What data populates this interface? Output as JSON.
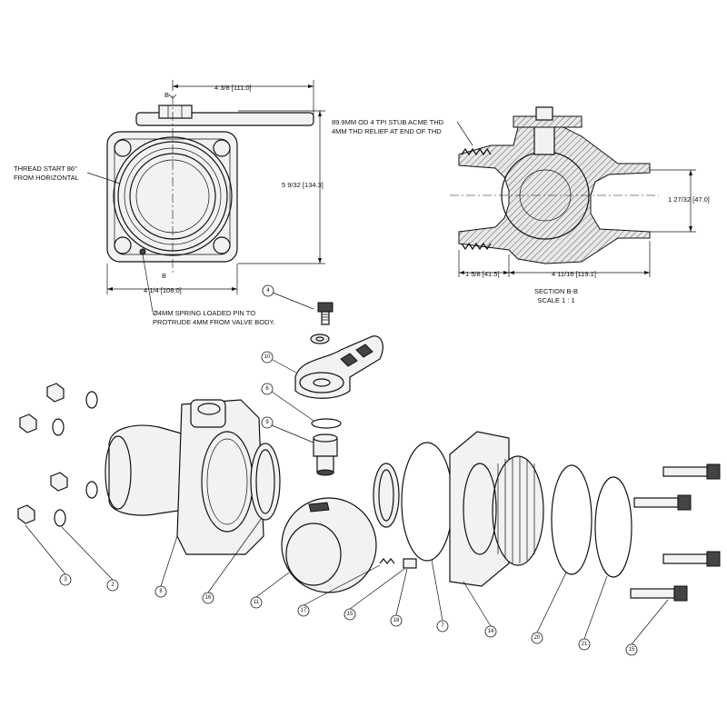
{
  "drawing": {
    "front_view": {
      "dim_width_top": "4 3/8 [111.0]",
      "dim_height": "5 9/32 [134.3]",
      "dim_width_bottom": "4 1/4 [108.0]",
      "section_mark": "B",
      "note_thread": [
        "THREAD START 86°",
        "FROM HORIZONTAL"
      ],
      "note_pin": [
        "Ø4MM SPRING LOADED PIN TO",
        "PROTRUDE 4MM FROM VALVE BODY."
      ]
    },
    "section_view": {
      "note_thread": [
        "89.9MM OD 4 TPI STUB ACME THD",
        "4MM THD RELIEF AT END OF THD"
      ],
      "dim_bore": "1 27/32 [47.0]",
      "dim_left": "1 5/8 [41.5]",
      "dim_length": "4 11/16 [119.1]",
      "title": "SECTION B-B",
      "scale": "SCALE 1 : 1"
    },
    "balloons": [
      "4",
      "10",
      "6",
      "9",
      "3",
      "2",
      "8",
      "16",
      "11",
      "17",
      "15",
      "18",
      "7",
      "14",
      "20",
      "21",
      "15"
    ],
    "colors": {
      "line": "#111111",
      "fill": "#f2f2f2",
      "background": "#ffffff"
    }
  }
}
